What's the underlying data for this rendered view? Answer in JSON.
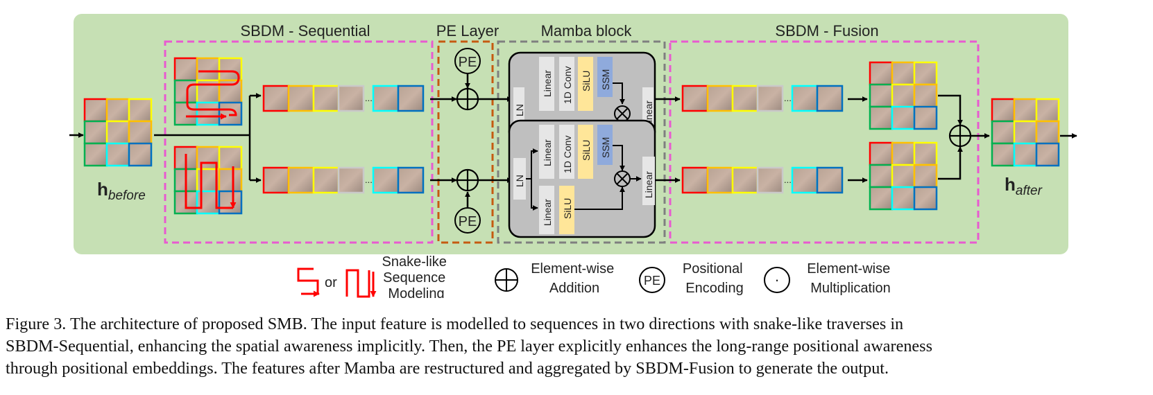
{
  "sections": {
    "sequential": "SBDM - Sequential",
    "pe_layer": "PE Layer",
    "mamba": "Mamba block",
    "fusion": "SBDM - Fusion"
  },
  "labels": {
    "h_before_main": "h",
    "h_before_sub": "before",
    "h_after_main": "h",
    "h_after_sub": "after",
    "pe": "PE",
    "ln": "LN",
    "linear": "Linear",
    "conv": "1D Conv",
    "silu": "SiLU",
    "ssm": "SSM",
    "ellipsis": "..."
  },
  "legend": {
    "or": "or",
    "snake": [
      "Snake-like",
      "Sequence",
      "Modeling"
    ],
    "add": [
      "Element-wise",
      "Addition"
    ],
    "pe_symbol": "PE",
    "pe": [
      "Positional",
      "Encoding"
    ],
    "mult_symbol": "·",
    "mult": [
      "Element-wise",
      "Multiplication"
    ]
  },
  "caption": [
    "Figure 3.  The architecture of proposed SMB. The input feature is modelled to sequences in two directions with snake-like traverses in",
    "SBDM-Sequential, enhancing the spatial awareness implicitly. Then, the PE layer explicitly enhances the long-range positional awareness",
    "through positional embeddings. The features after Mamba are restructured and aggregated by SBDM-Fusion to generate the output."
  ],
  "colors": {
    "panel": "#c6e0b4",
    "dashed_pink": "#e85ad0",
    "dashed_orange": "#c55a11",
    "dashed_gray": "#7f7f7f",
    "mamba_bg": "#bfbfbf",
    "linear_box": "#e6e6e6",
    "silu_box": "#ffe699",
    "ssm_box": "#8faadc",
    "snake_arrow": "#ff0000",
    "patch_borders": [
      "#ff0000",
      "#ffc000",
      "#ffff00",
      "#00b050",
      "#00ffff",
      "#0070c0"
    ]
  }
}
